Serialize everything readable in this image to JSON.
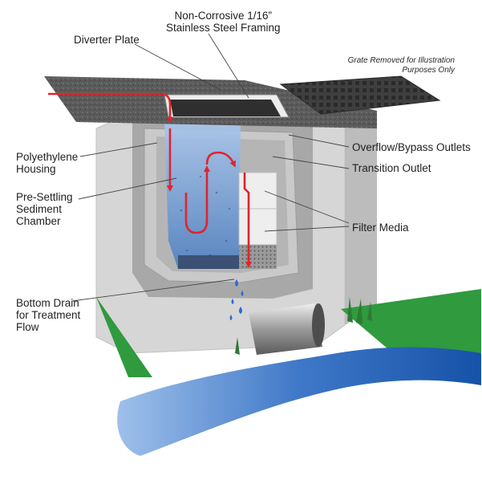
{
  "labels": {
    "framing": "Non-Corrosive 1/16”\nStainless Steel Framing",
    "diverter": "Diverter Plate",
    "grate_note": "Grate Removed for Illustration\nPurposes Only",
    "housing": "Polyethylene\nHousing",
    "overflow": "Overflow/Bypass Outlets",
    "transition": "Transition Outlet",
    "presettling": "Pre-Settling\nSediment\nChamber",
    "filter": "Filter Media",
    "bottom_drain": "Bottom Drain\nfor Treatment\nFlow"
  },
  "colors": {
    "concrete": "#d9d9d9",
    "concrete_shade": "#bdbdbd",
    "asphalt": "#5e5e5e",
    "grate": "#4a4a4a",
    "water": "#7fa8dc",
    "river": "#1a5fb4",
    "grass": "#2f9a3e",
    "flow_arrow": "#e0242b",
    "filter_media": "#ececec"
  },
  "icons": {
    "flow": "red-flow-arrow",
    "droplet": "water-droplet",
    "pipe": "outlet-pipe"
  }
}
